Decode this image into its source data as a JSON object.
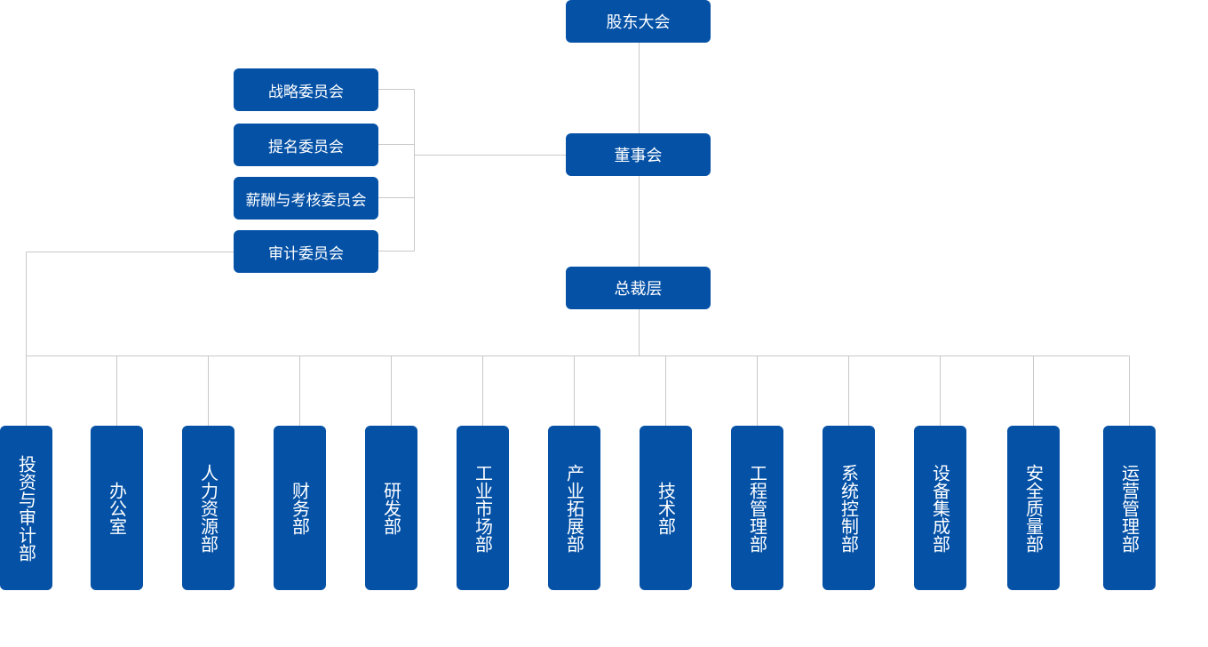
{
  "diagram": {
    "colors": {
      "node_fill": "#0451a6",
      "node_text": "#ffffff",
      "connector": "#c8c8c8"
    },
    "top_levels": [
      {
        "label": "股东大会"
      },
      {
        "label": "董事会"
      },
      {
        "label": "总裁层"
      }
    ],
    "committees": [
      {
        "label": "战略委员会"
      },
      {
        "label": "提名委员会"
      },
      {
        "label": "薪酬与考核委员会"
      },
      {
        "label": "审计委员会"
      }
    ],
    "departments": [
      {
        "label": "投资与审计部"
      },
      {
        "label": "办公室"
      },
      {
        "label": "人力资源部"
      },
      {
        "label": "财务部"
      },
      {
        "label": "研发部"
      },
      {
        "label": "工业市场部"
      },
      {
        "label": "产业拓展部"
      },
      {
        "label": "技术部"
      },
      {
        "label": "工程管理部"
      },
      {
        "label": "系统控制部"
      },
      {
        "label": "设备集成部"
      },
      {
        "label": "安全质量部"
      },
      {
        "label": "运营管理部"
      }
    ]
  }
}
